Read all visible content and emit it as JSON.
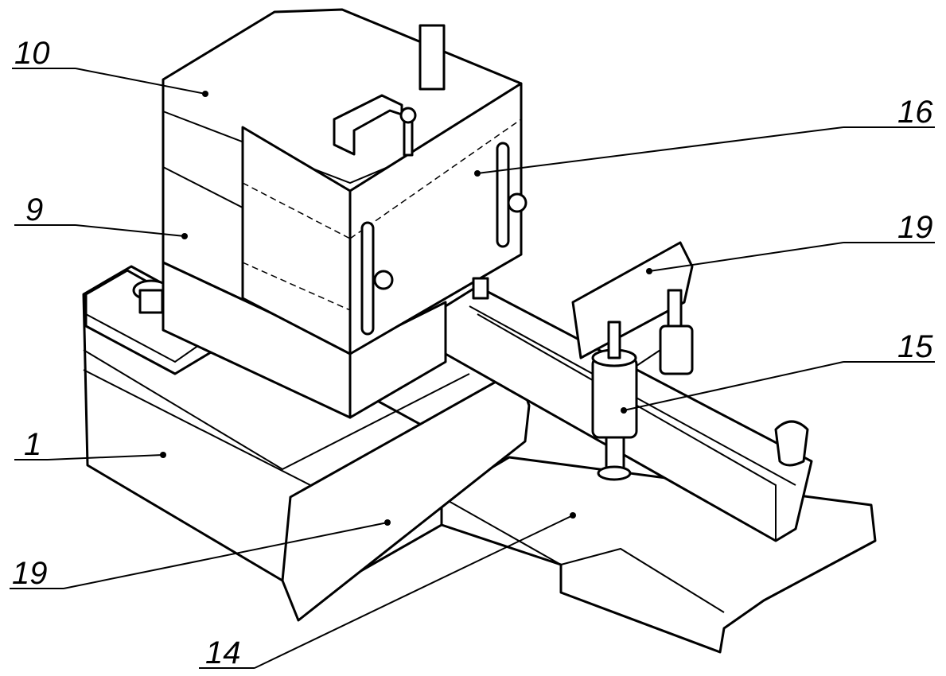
{
  "figure": {
    "labels": [
      {
        "id": "label-10",
        "text": "10"
      },
      {
        "id": "label-9",
        "text": "9"
      },
      {
        "id": "label-1",
        "text": "1"
      },
      {
        "id": "label-19-bottom",
        "text": "19"
      },
      {
        "id": "label-14",
        "text": "14"
      },
      {
        "id": "label-16",
        "text": "16"
      },
      {
        "id": "label-19-right",
        "text": "19"
      },
      {
        "id": "label-15",
        "text": "15"
      }
    ]
  }
}
